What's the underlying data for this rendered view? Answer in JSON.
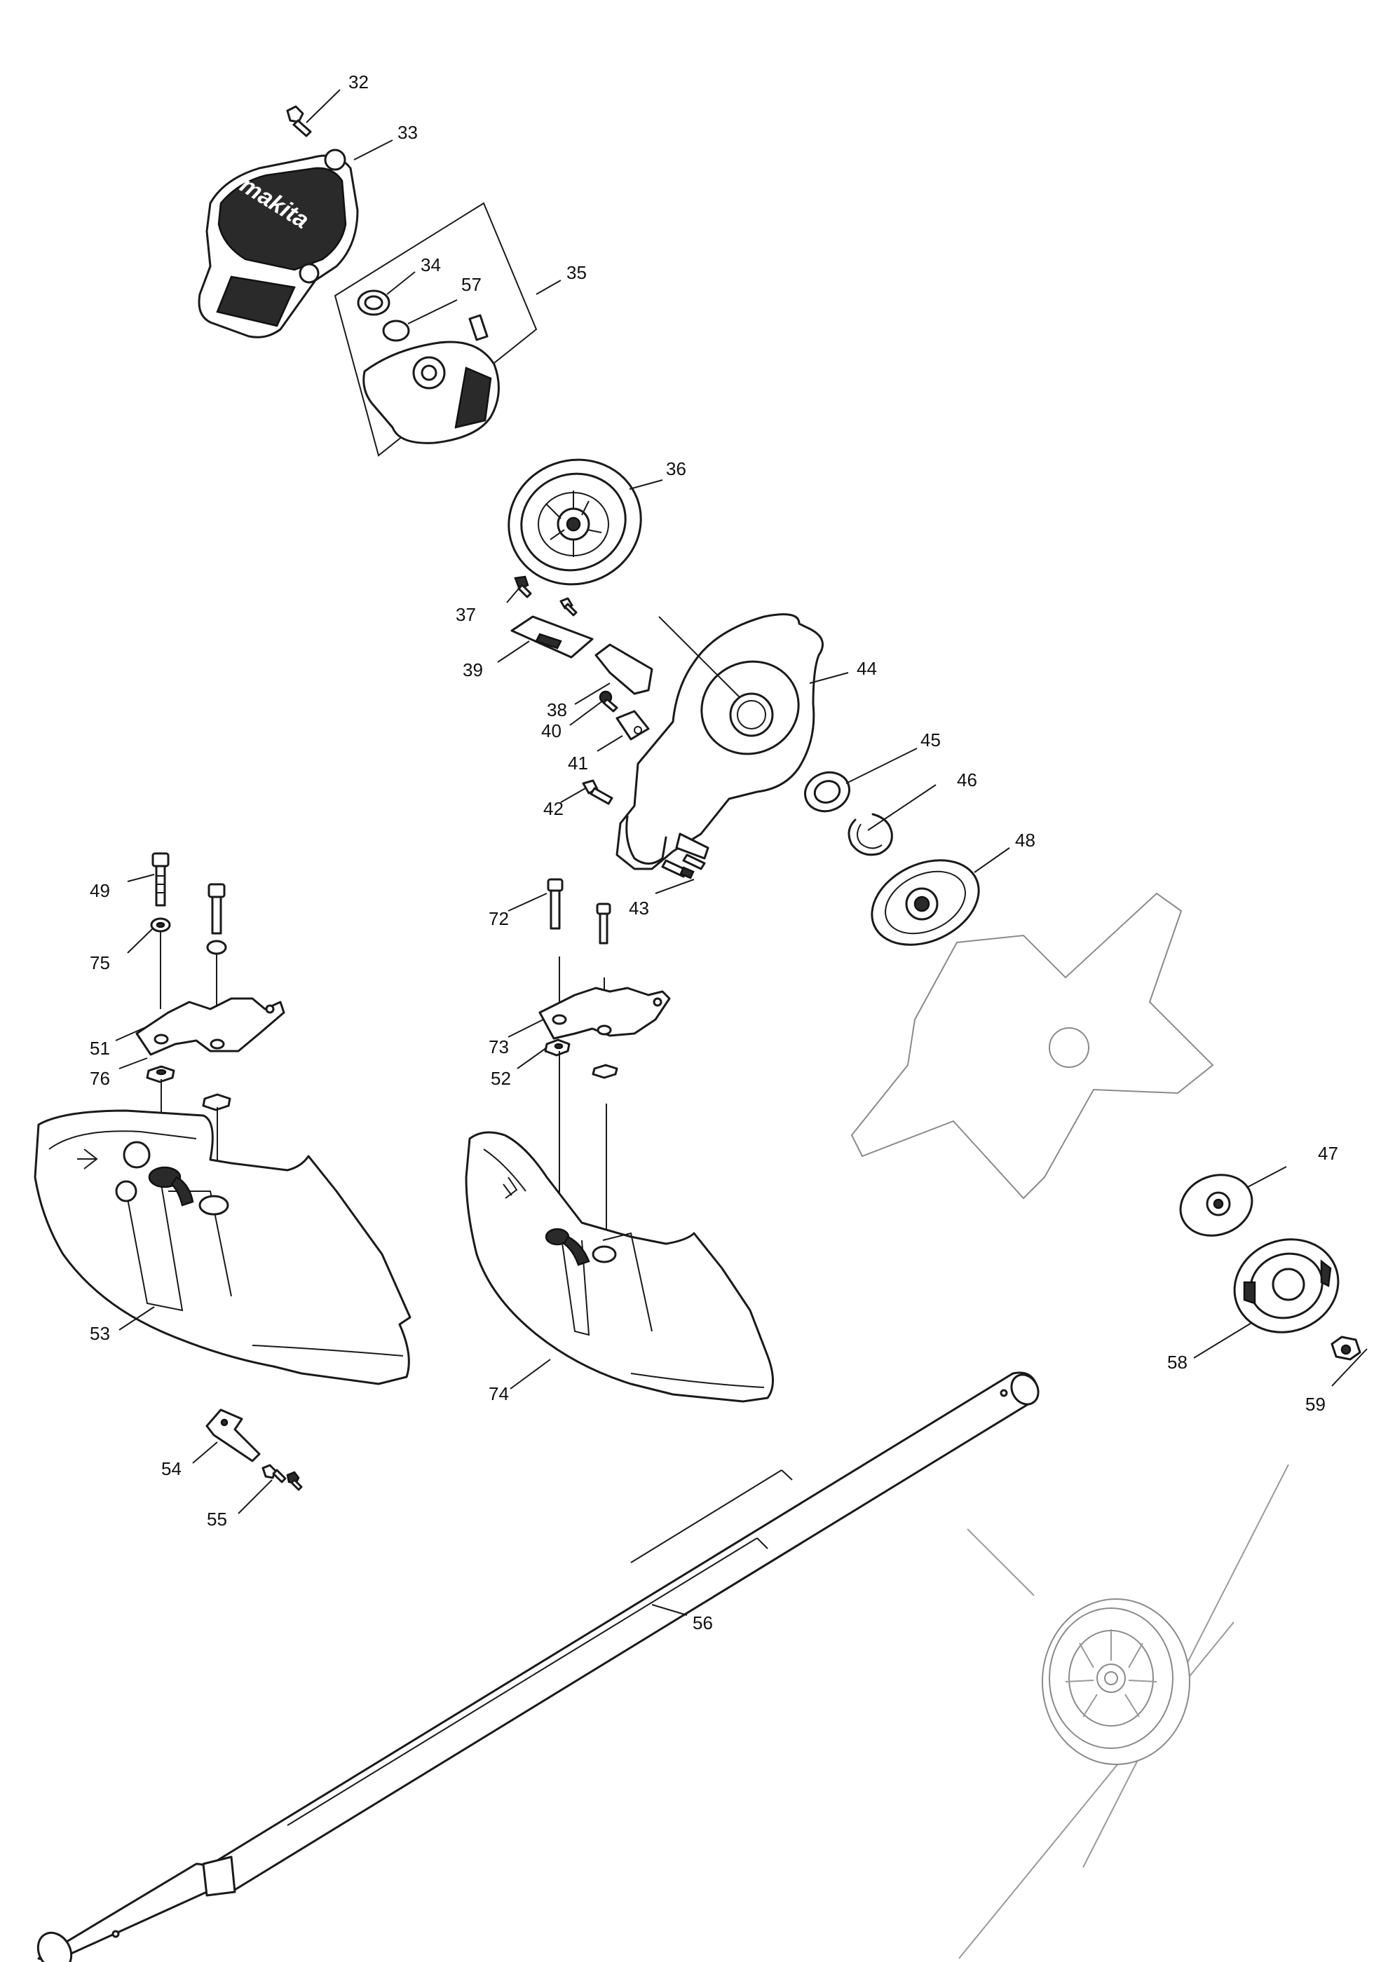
{
  "diagram": {
    "brand_logo_text": "makita",
    "callouts": {
      "c32": "32",
      "c33": "33",
      "c34": "34",
      "c57": "57",
      "c35": "35",
      "c36": "36",
      "c37": "37",
      "c39": "39",
      "c44": "44",
      "c38": "38",
      "c40": "40",
      "c41": "41",
      "c45": "45",
      "c42": "42",
      "c46": "46",
      "c48": "48",
      "c49": "49",
      "c72": "72",
      "c43": "43",
      "c75": "75",
      "c51": "51",
      "c73": "73",
      "c76": "76",
      "c52": "52",
      "c47": "47",
      "c53": "53",
      "c58": "58",
      "c74": "74",
      "c59": "59",
      "c54": "54",
      "c55": "55",
      "c56": "56"
    }
  }
}
